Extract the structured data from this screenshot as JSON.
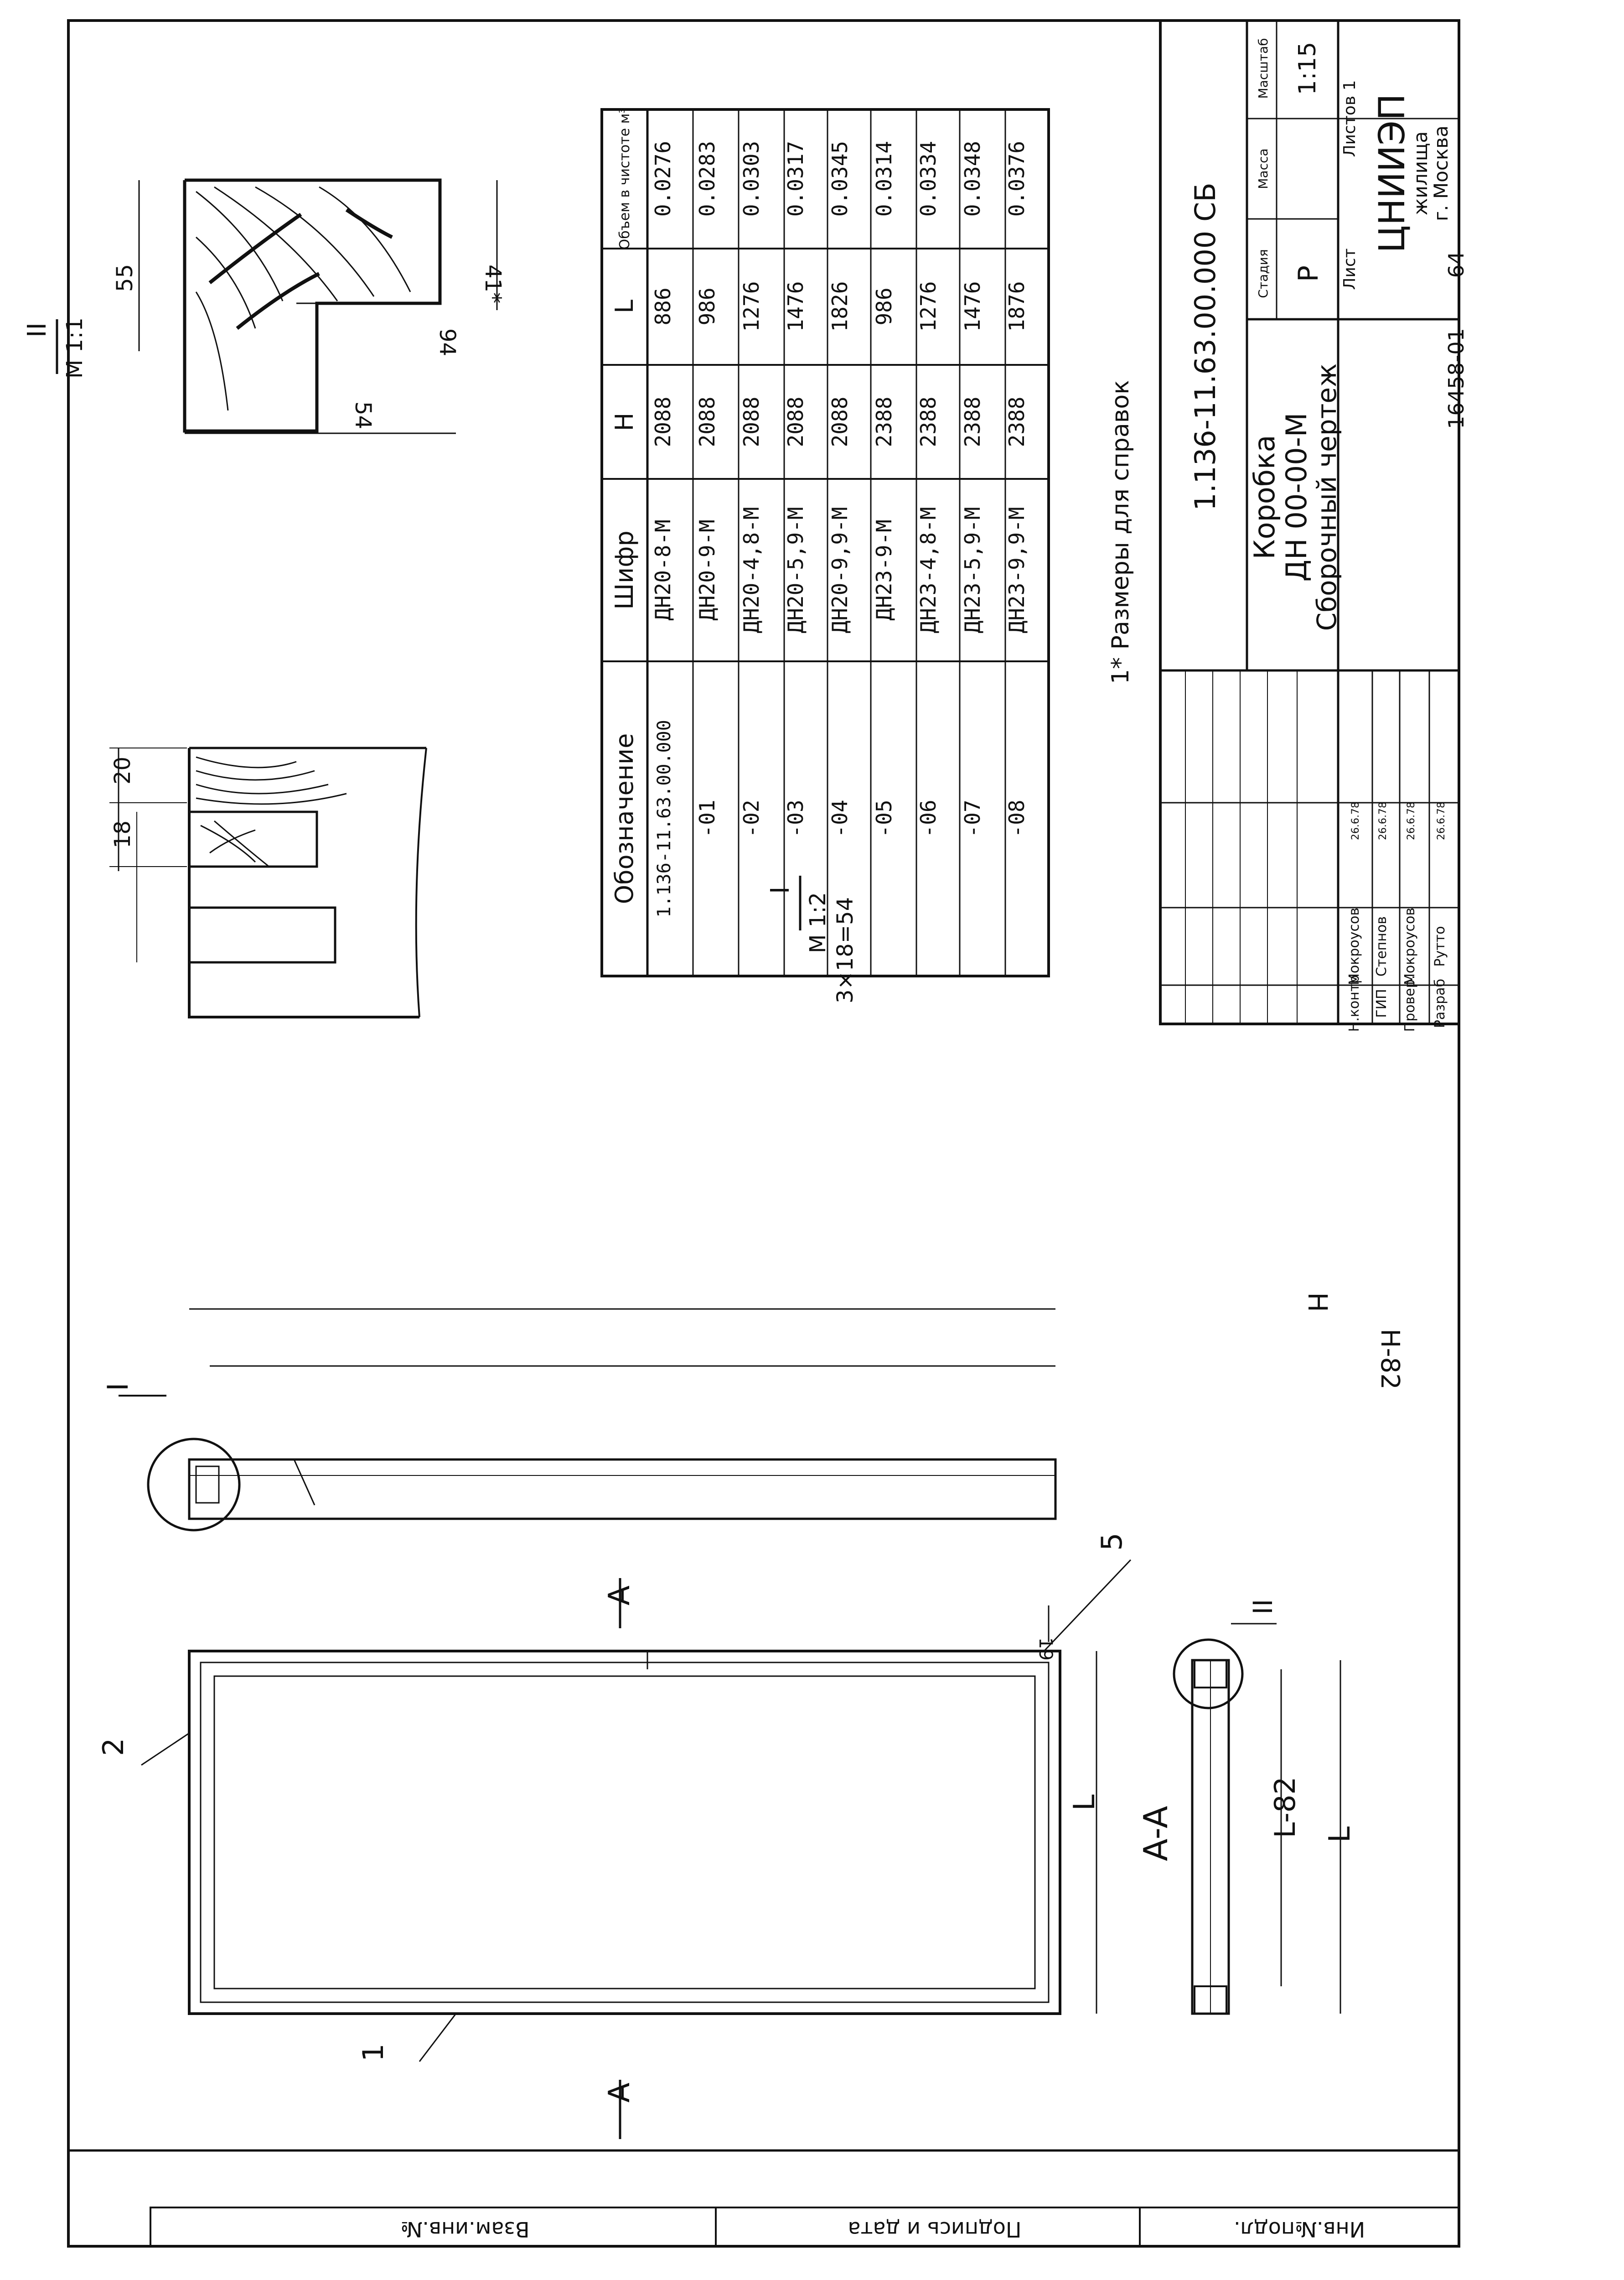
{
  "section_markers": {
    "section_I": "I",
    "section_II": "II",
    "scale_I": "M 1:2",
    "scale_II": "M 1:1",
    "note_I": "3×18=54",
    "section_AA": "A-A",
    "arrow_A": "A"
  },
  "callouts": [
    "1",
    "2",
    "5"
  ],
  "dimensions": {
    "detail_I": [
      "20",
      "18"
    ],
    "detail_II": [
      "55",
      "54",
      "94",
      "41*"
    ],
    "side_view": [
      "H",
      "H-82"
    ],
    "front_view": [
      "L",
      "19"
    ],
    "section_view": [
      "L",
      "L-82"
    ]
  },
  "spec_table": {
    "headers": [
      "Обозначение",
      "Шифр",
      "H",
      "L",
      "Объем в чистоте м³"
    ],
    "rows": [
      [
        "1.136-11.63.00.000",
        "ДН20-8-М",
        "2088",
        "886",
        "0.0276"
      ],
      [
        "-01",
        "ДН20-9-М",
        "2088",
        "986",
        "0.0283"
      ],
      [
        "-02",
        "ДН20-4,8-М",
        "2088",
        "1276",
        "0.0303"
      ],
      [
        "-03",
        "ДН20-5,9-М",
        "2088",
        "1476",
        "0.0317"
      ],
      [
        "-04",
        "ДН20-9,9-М",
        "2088",
        "1826",
        "0.0345"
      ],
      [
        "-05",
        "ДН23-9-М",
        "2388",
        "986",
        "0.0314"
      ],
      [
        "-06",
        "ДН23-4,8-М",
        "2388",
        "1276",
        "0.0334"
      ],
      [
        "-07",
        "ДН23-5,9-М",
        "2388",
        "1476",
        "0.0348"
      ],
      [
        "-08",
        "ДН23-9,9-М",
        "2388",
        "1876",
        "0.0376"
      ]
    ]
  },
  "note": "1* Размеры для справок",
  "title_block": {
    "doc_number": "1.136-11.63.00.000 СБ",
    "title_1": "Коробка",
    "title_2": "ДН 00-00-М",
    "title_3": "Сборочный чертеж",
    "col_stage": "Стадия",
    "col_mass": "Масса",
    "col_scale": "Масштаб",
    "stage": "Р",
    "scale": "1:15",
    "sheet": "Лист",
    "sheets": "Листов 1",
    "org_1": "ЦНИИЭП",
    "org_2": "жилища",
    "org_3": "г. Москва",
    "roles": [
      "Н.контр",
      "ГИП",
      "Провер.",
      "Разраб"
    ],
    "names": [
      "Мокроусов",
      "Степнов",
      "Мокроусов",
      "Рутто"
    ],
    "dates": [
      "26.6.78",
      "26.6.78",
      "26.6.78",
      "26.6.78"
    ]
  },
  "side_stamp": [
    "Инв.№подл.",
    "Подпись и дата",
    "Взам.инв.№"
  ],
  "archive_number": "16458-01",
  "page_number": "64"
}
